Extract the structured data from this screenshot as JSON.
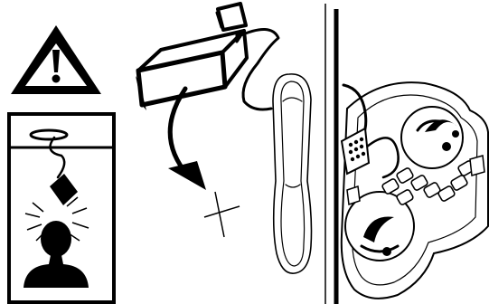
{
  "figure": {
    "background": "#ffffff",
    "ink": "#000000",
    "panels": [
      {
        "name": "warning-symbol",
        "icon": "warning-triangle-icon"
      },
      {
        "name": "falling-object-hazard",
        "icon": "falling-object-head-icon"
      },
      {
        "name": "detach-unit-step",
        "icon": "detach-and-remove-arrow-icon"
      },
      {
        "name": "handheld-inspection",
        "icon": "handheld-device-icon"
      },
      {
        "name": "mounted-unit-closeup",
        "icon": "mounted-device-icon"
      }
    ],
    "text_labels": []
  }
}
